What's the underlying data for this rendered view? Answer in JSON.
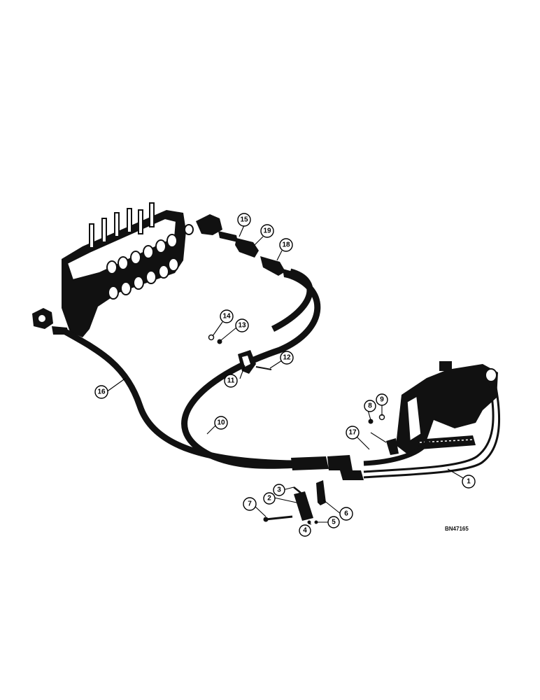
{
  "drawing_code": "BN47165",
  "callouts": [
    {
      "id": "1",
      "label": "1"
    },
    {
      "id": "2",
      "label": "2"
    },
    {
      "id": "3",
      "label": "3"
    },
    {
      "id": "4",
      "label": "4"
    },
    {
      "id": "5",
      "label": "5"
    },
    {
      "id": "6",
      "label": "6"
    },
    {
      "id": "7",
      "label": "7"
    },
    {
      "id": "8",
      "label": "8"
    },
    {
      "id": "9",
      "label": "9"
    },
    {
      "id": "10",
      "label": "10"
    },
    {
      "id": "11",
      "label": "11"
    },
    {
      "id": "12",
      "label": "12"
    },
    {
      "id": "13",
      "label": "13"
    },
    {
      "id": "14",
      "label": "14"
    },
    {
      "id": "15",
      "label": "15"
    },
    {
      "id": "16",
      "label": "16"
    },
    {
      "id": "17",
      "label": "17"
    },
    {
      "id": "18",
      "label": "18"
    },
    {
      "id": "19",
      "label": "19"
    }
  ]
}
